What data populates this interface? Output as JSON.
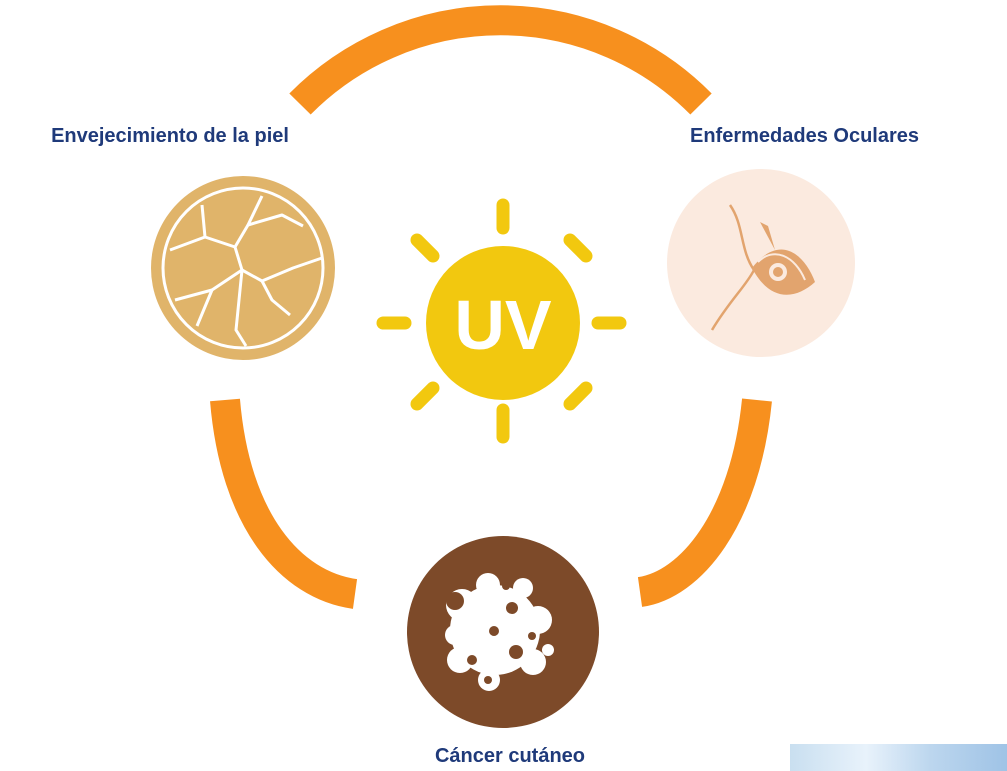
{
  "center": {
    "text": "UV"
  },
  "nodes": [
    {
      "label": "Envejecimiento de la piel",
      "icon": "cracked-skin-icon",
      "color": "#e0b46a"
    },
    {
      "label": "Enfermedades Oculares",
      "icon": "eye-profile-icon",
      "color": "#fbeadf"
    },
    {
      "label": "Cáncer cutáneo",
      "icon": "cancer-cell-icon",
      "color": "#7d4a29"
    }
  ],
  "colors": {
    "cycle": "#f7901e",
    "sun": "#f2c80f",
    "label": "#1f3a7a"
  }
}
